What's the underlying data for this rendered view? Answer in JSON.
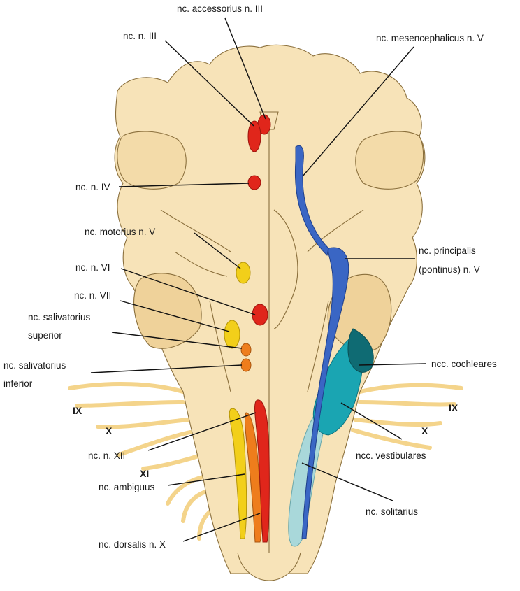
{
  "colors": {
    "tissue": "#f7e3b8",
    "tissue_shade": "#efd29a",
    "outline": "#8a6f3c",
    "nerve": "#f4d48b",
    "red_nucleus": "#e0261b",
    "yellow_nucleus": "#f2cf1a",
    "orange_nucleus": "#ee7d1c",
    "blue_nucleus": "#3a66c4",
    "teal_nucleus": "#1aa5b2",
    "pale_blue_nucleus": "#a9d8da"
  },
  "labels": {
    "nc_accessorius_n_iii": "nc. accessorius n. III",
    "nc_n_iii": "nc. n. III",
    "nc_mesencephalicus_n_v": "nc. mesencephalicus n. V",
    "nc_n_iv": "nc. n. IV",
    "nc_motorius_n_v": "nc. motorius n. V",
    "nc_principalis_line1": "nc. principalis",
    "nc_principalis_line2": "(pontinus) n. V",
    "nc_n_vi": "nc. n. VI",
    "nc_n_vii": "nc. n. VII",
    "nc_salivatorius_superior_line1": "nc. salivatorius",
    "nc_salivatorius_superior_line2": "superior",
    "nc_salivatorius_inferior_line1": "nc. salivatorius",
    "nc_salivatorius_inferior_line2": "inferior",
    "ncc_cochleares": "ncc. cochleares",
    "ncc_vestibulares": "ncc. vestibulares",
    "nc_n_xii": "nc. n. XII",
    "nc_ambiguus": "nc. ambiguus",
    "nc_solitarius": "nc. solitarius",
    "nc_dorsalis_n_x": "nc. dorsalis n. X"
  },
  "nerve_labels": {
    "ix_left": "IX",
    "x_left": "X",
    "xi_left": "XI",
    "ix_right": "IX",
    "x_right": "X"
  }
}
